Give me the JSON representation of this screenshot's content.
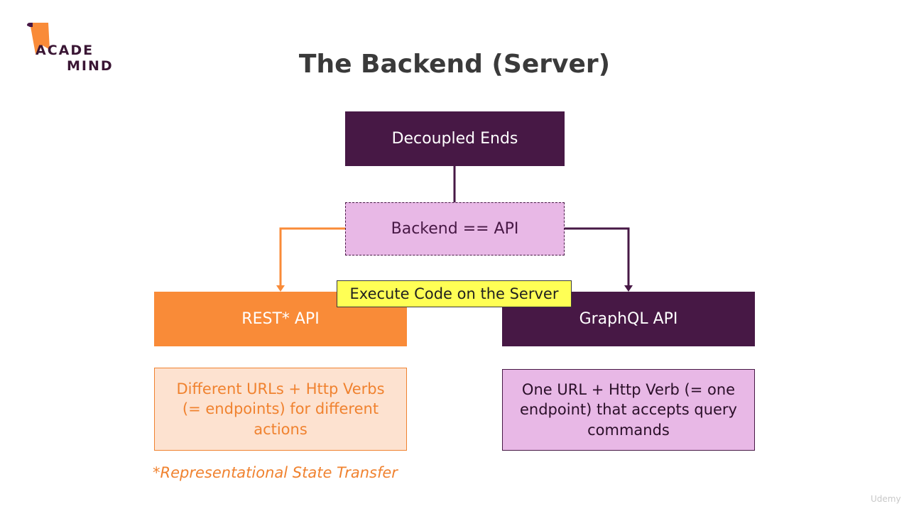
{
  "logo": {
    "line1": "ACADE",
    "line2": "MIND"
  },
  "title": "The Backend (Server)",
  "diagram": {
    "top_box": "Decoupled Ends",
    "middle_box": "Backend == API",
    "left_box": "REST* API",
    "right_box": "GraphQL API",
    "left_description": "Different URLs + Http Verbs (= endpoints) for different actions",
    "right_description": "One URL + Http Verb (= one endpoint) that accepts query commands"
  },
  "caption": "Execute Code on the Server",
  "footnote": "*Representational State Transfer",
  "watermark": "Udemy",
  "colors": {
    "purple": "#471845",
    "light_purple": "#e8b8e6",
    "orange": "#f98b38",
    "light_orange": "#fde2d0",
    "caption_yellow": "#ffff55"
  }
}
